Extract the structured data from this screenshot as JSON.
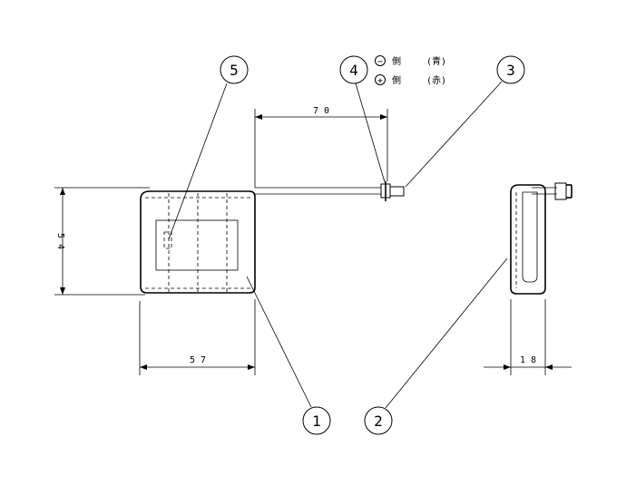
{
  "dimensions": {
    "cable_length": "7 0",
    "height": "5 4",
    "width": "5 7",
    "depth": "1 8"
  },
  "balloons": {
    "b1": "1",
    "b2": "2",
    "b3": "3",
    "b4": "4",
    "b5": "5"
  },
  "legend": {
    "minus_symbol": "−",
    "plus_symbol": "+",
    "side_char": "側",
    "minus_color": "(青)",
    "plus_color": "(赤)"
  }
}
